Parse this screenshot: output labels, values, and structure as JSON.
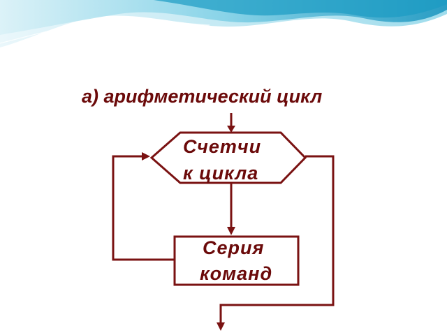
{
  "slide": {
    "title": "а) арифметический цикл",
    "decision_block": {
      "line1": "Счетчи",
      "line2": "к цикла"
    },
    "process_block": {
      "line1": "Серия",
      "line2": "команд"
    }
  },
  "colors": {
    "line": "#7a1212",
    "text": "#6b0a0a",
    "wave_dark": "#1b9bc3",
    "wave_mid": "#57c2de",
    "wave_light": "#bfe8f2"
  }
}
